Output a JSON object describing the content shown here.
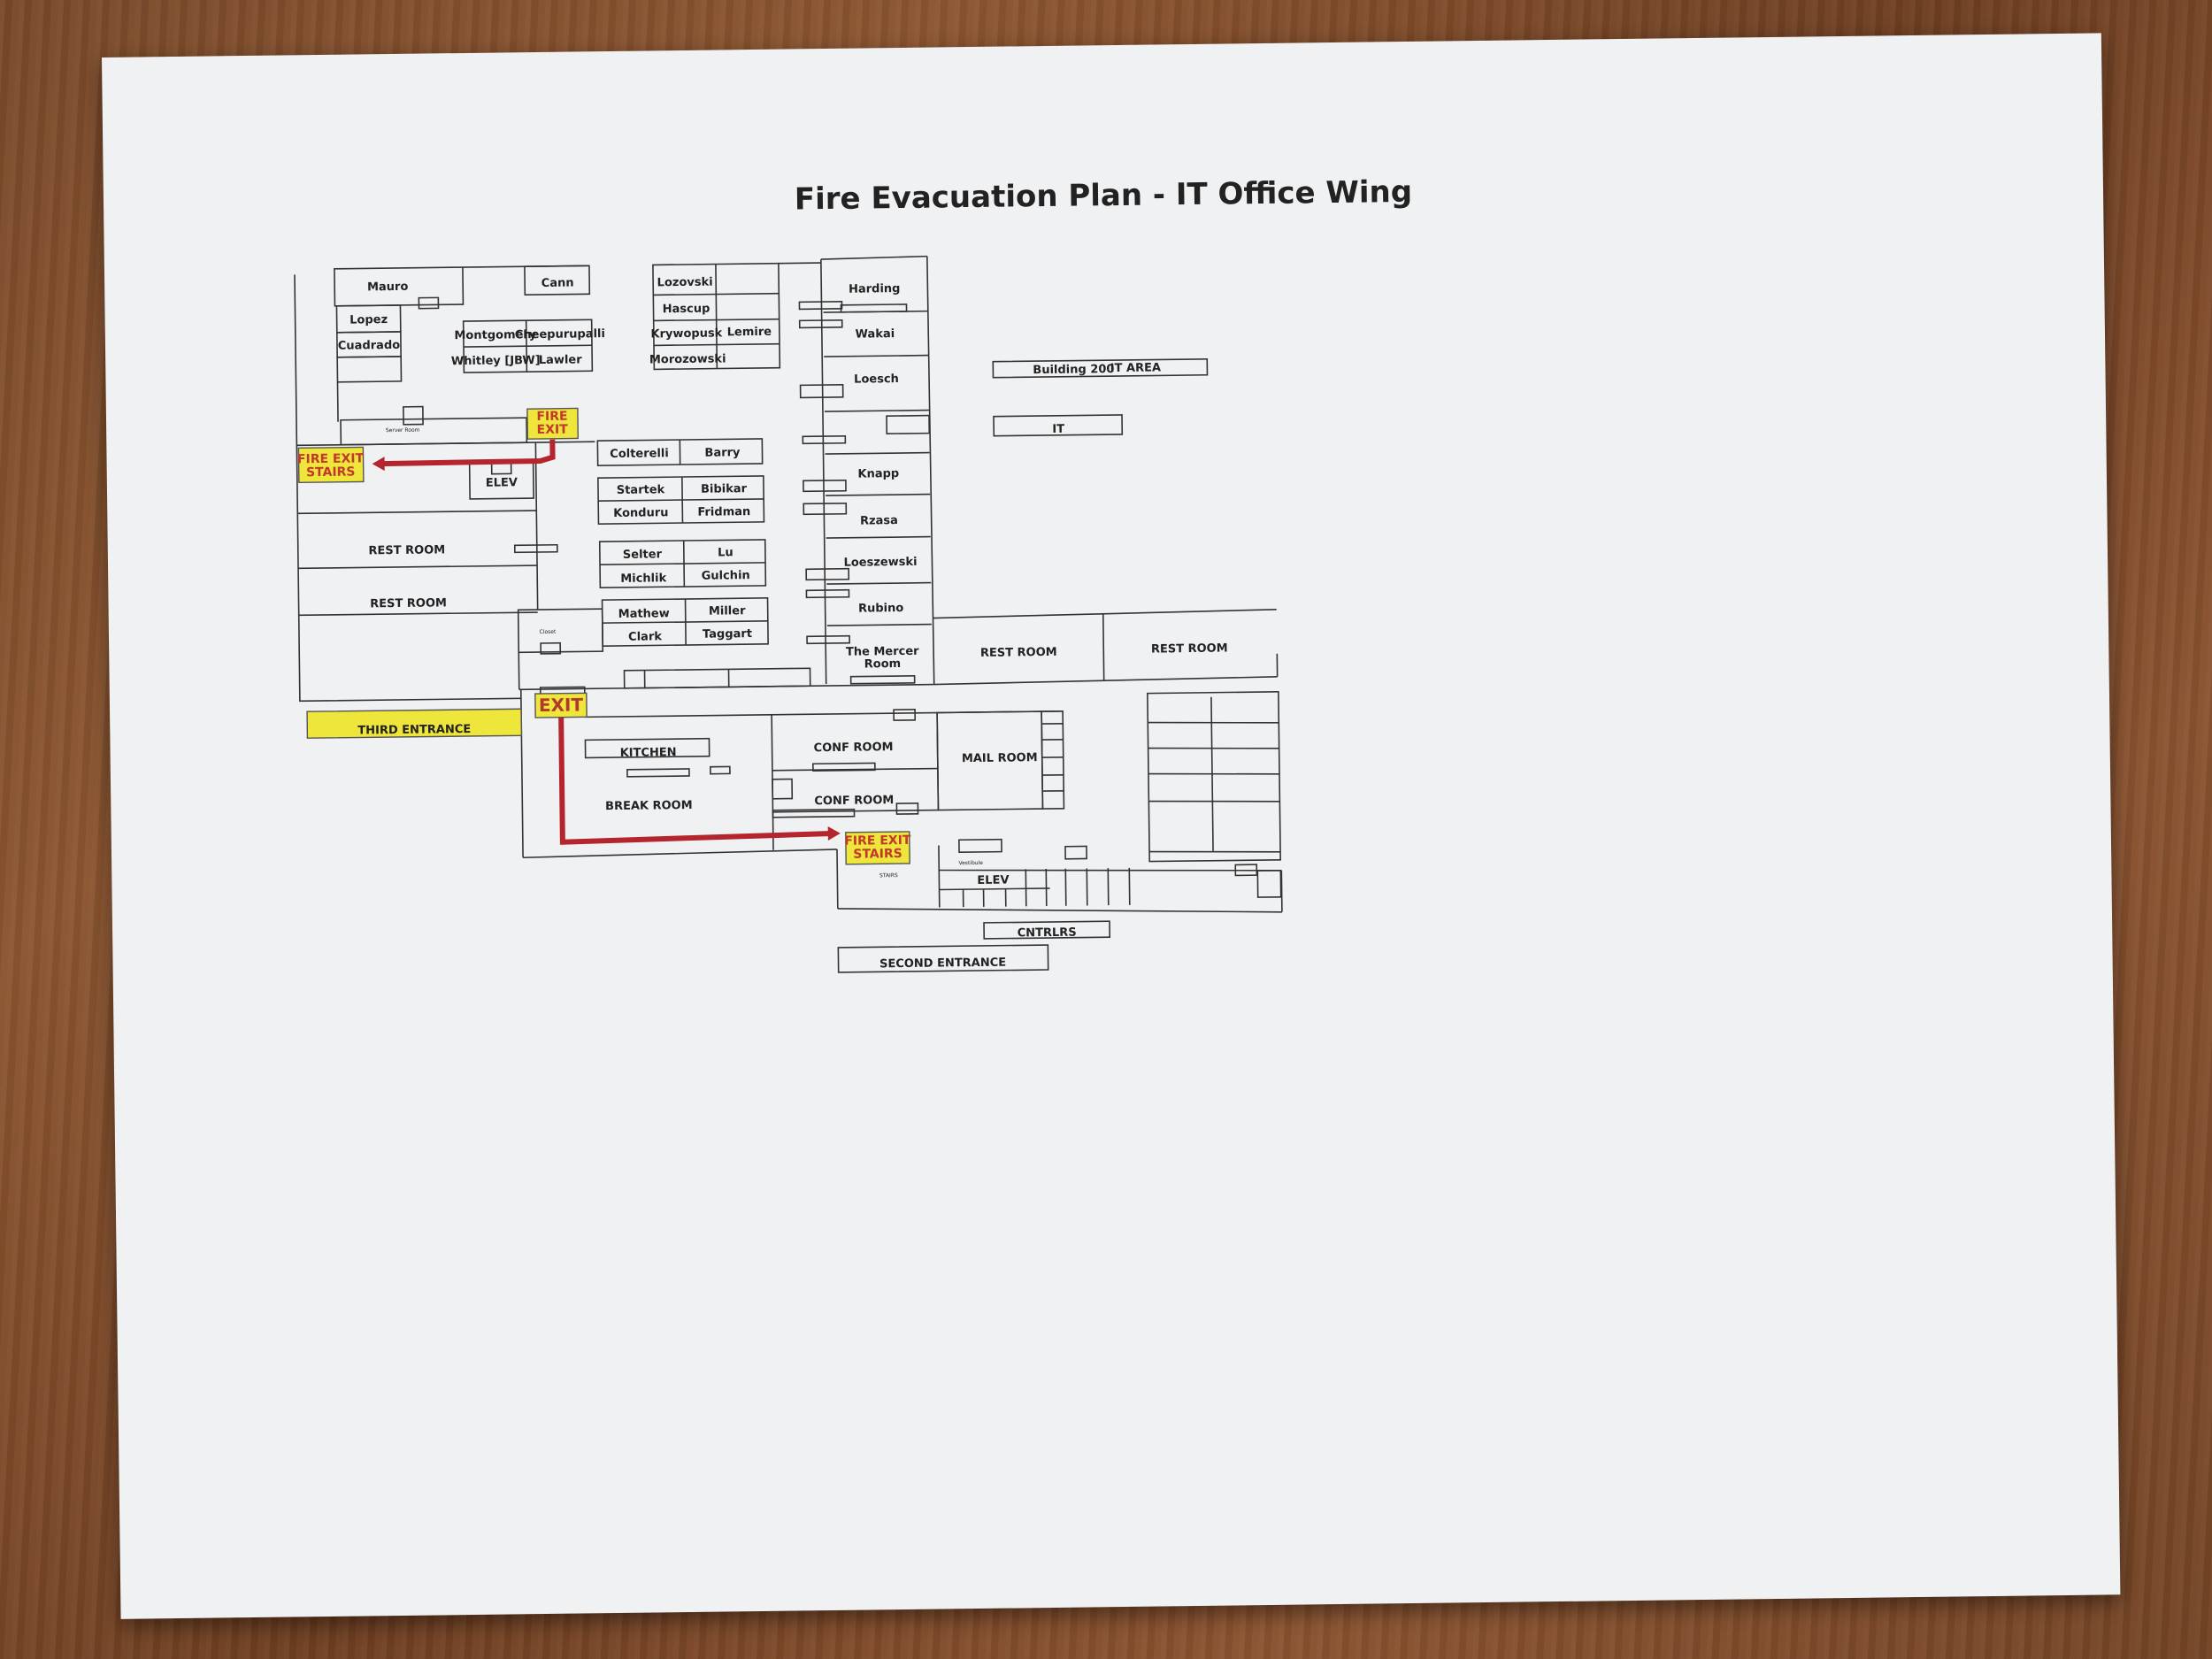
{
  "title": "Fire Evacuation Plan - IT Office Wing",
  "offices": {
    "mauro": "Mauro",
    "cann": "Cann",
    "lopez": "Lopez",
    "cuadrado": "Cuadrado",
    "montgomery": "Montgomery",
    "cheepurupalli": "Cheepurupalli",
    "whitley": "Whitley [JBW]",
    "lawler": "Lawler",
    "lozovski": "Lozovski",
    "hascup": "Hascup",
    "krywopusk": "Krywopusk",
    "lemire": "Lemire",
    "morozowski": "Morozowski",
    "harding": "Harding",
    "wakai": "Wakai",
    "loesch": "Loesch",
    "knapp": "Knapp",
    "rzasa": "Rzasa",
    "loeszewski": "Loeszewski",
    "rubino": "Rubino",
    "mercer1": "The Mercer",
    "mercer2": "Room",
    "colterelli": "Colterelli",
    "barry": "Barry",
    "startek": "Startek",
    "bibikar": "Bibikar",
    "konduru": "Konduru",
    "fridman": "Fridman",
    "selter": "Selter",
    "lu": "Lu",
    "michlik": "Michlik",
    "gulchin": "Gulchin",
    "mathew": "Mathew",
    "miller": "Miller",
    "clark": "Clark",
    "taggart": "Taggart"
  },
  "rooms": {
    "rest_room": "REST    ROOM",
    "elev": "ELEV",
    "kitchen": "KITCHEN",
    "break_room": "BREAK ROOM",
    "conf_room": "CONF    ROOM",
    "mail_room": "MAIL    ROOM",
    "stairs": "STAIRS",
    "vestibule": "Vestibule",
    "server_room": "Server Room",
    "closet": "Closet",
    "cntrlrs": "CNTRLRS",
    "building_200": "Building 200",
    "it_area": "IT AREA",
    "it": "IT"
  },
  "exits": {
    "fire_exit_line1": "FIRE",
    "fire_exit_line2": "EXIT",
    "fire_exit_stairs_line1": "FIRE EXIT",
    "fire_exit_stairs_line2": "STAIRS",
    "exit": "EXIT",
    "third_entrance": "THIRD ENTRANCE",
    "second_entrance": "SECOND ENTRANCE"
  },
  "colors": {
    "exit_fill": "#eee63a",
    "arrow": "#b5252e",
    "exit_text": "#c0392b"
  }
}
